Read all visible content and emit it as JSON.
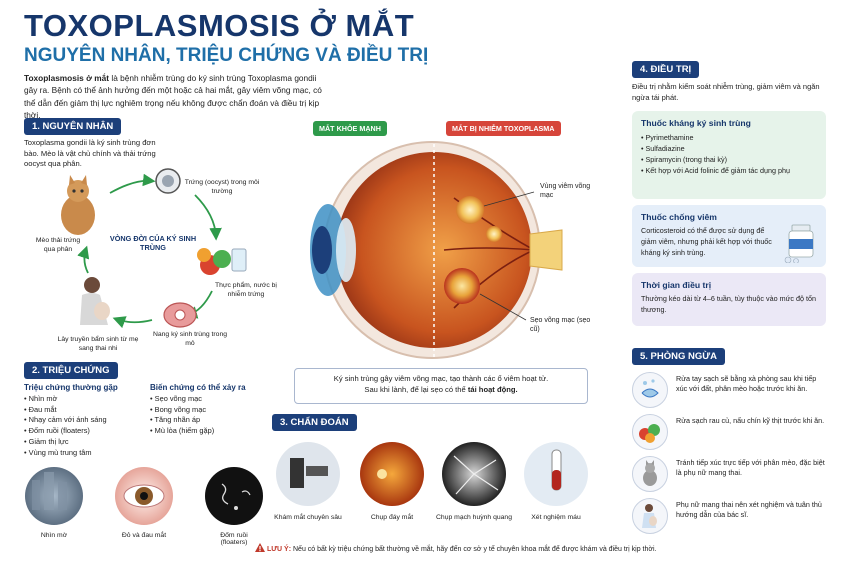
{
  "header": {
    "title": "TOXOPLASMOSIS Ở MẮT",
    "subtitle": "NGUYÊN NHÂN, TRIỆU CHỨNG VÀ ĐIỀU TRỊ",
    "intro_bold": "Toxoplasmosis ở mắt",
    "intro_rest": " là bệnh nhiễm trùng do ký sinh trùng Toxoplasma gondii gây ra. Bệnh có thể ảnh hưởng đến một hoặc cả hai mắt, gây viêm võng mạc, có thể dẫn đến giảm thị lực nghiêm trọng nếu không được chẩn đoán và điều trị kịp thời."
  },
  "cause": {
    "heading": "1. NGUYÊN NHÂN",
    "text": "Toxoplasma gondii là ký sinh trùng đơn bào. Mèo là vật chủ chính và thải trứng oocyst qua phân.",
    "cycle_title": "VÒNG ĐỜI CỦA KÝ SINH TRÙNG",
    "steps": [
      "Trứng (oocyst) trong môi trường",
      "Thực phẩm, nước bị nhiễm trứng",
      "Nang ký sinh trùng trong mô",
      "Lây truyền bẩm sinh từ mẹ sang thai nhi",
      "Mèo thải trứng qua phân"
    ]
  },
  "symptoms": {
    "heading": "2. TRIỆU CHỨNG",
    "common_title": "Triệu chứng thường gặp",
    "common": [
      "Nhìn mờ",
      "Đau mắt",
      "Nhạy cảm với ánh sáng",
      "Đốm ruồi (floaters)",
      "Giảm thị lực",
      "Vùng mù trung tâm"
    ],
    "comp_title": "Biến chứng có thể xảy ra",
    "complications": [
      "Sẹo võng mạc",
      "Bong võng mạc",
      "Tăng nhãn áp",
      "Mù lòa (hiếm gặp)"
    ],
    "images": [
      "Nhìn mờ",
      "Đỏ và đau mắt",
      "Đốm ruồi (floaters)"
    ]
  },
  "eye": {
    "healthy_tag": "MẮT KHỎE MẠNH",
    "infected_tag": "MẮT BỊ NHIỄM TOXOPLASMA",
    "callout_inflammation": "Vùng viêm võng mạc",
    "callout_scar": "Sẹo võng mạc (sẹo cũ)",
    "box_line1": "Ký sinh trùng gây viêm võng mạc, tạo thành các ổ viêm hoạt tử.",
    "box_line2_pre": "Sau khi lành, để lại sẹo có thể ",
    "box_line2_bold": "tái hoạt động."
  },
  "diagnosis": {
    "heading": "3. CHẨN ĐOÁN",
    "items": [
      "Khám mắt chuyên sâu",
      "Chụp đáy mắt",
      "Chụp mạch huỳnh quang",
      "Xét nghiệm máu"
    ]
  },
  "treatment": {
    "heading": "4. ĐIỀU TRỊ",
    "intro": "Điều trị nhằm kiểm soát nhiễm trùng, giảm viêm và ngăn ngừa tái phát.",
    "antiparasitic_title": "Thuốc kháng ký sinh trùng",
    "antiparasitic": [
      "Pyrimethamine",
      "Sulfadiazine",
      "Spiramycin (trong thai kỳ)",
      "Kết hợp với Acid folinic để giảm tác dụng phụ"
    ],
    "antiinflam_title": "Thuốc chống viêm",
    "antiinflam_text": "Corticosteroid có thể được sử dụng để giảm viêm, nhưng phải kết hợp với thuốc kháng ký sinh trùng.",
    "duration_title": "Thời gian điều trị",
    "duration_text": "Thường kéo dài từ 4–6 tuần, tùy thuộc vào mức độ tổn thương."
  },
  "prevention": {
    "heading": "5. PHÒNG NGỪA",
    "items": [
      "Rửa tay sạch sẽ bằng xà phòng sau khi tiếp xúc với đất, phân mèo hoặc trước khi ăn.",
      "Rửa sạch rau củ, nấu chín kỹ thịt trước khi ăn.",
      "Tránh tiếp xúc trực tiếp với phân mèo, đặc biệt là phụ nữ mang thai.",
      "Phụ nữ mang thai nên xét nghiệm và tuân thủ hướng dẫn của bác sĩ."
    ]
  },
  "note": {
    "label": "LƯU Ý:",
    "text": " Nếu có bất kỳ triệu chứng bất thường về mắt, hãy đến cơ sở y tế chuyên khoa mắt để được khám và điều trị kịp thời."
  },
  "colors": {
    "navy": "#1c3f7a",
    "green_tag": "#2e9a4a",
    "red_tag": "#d6453a"
  }
}
